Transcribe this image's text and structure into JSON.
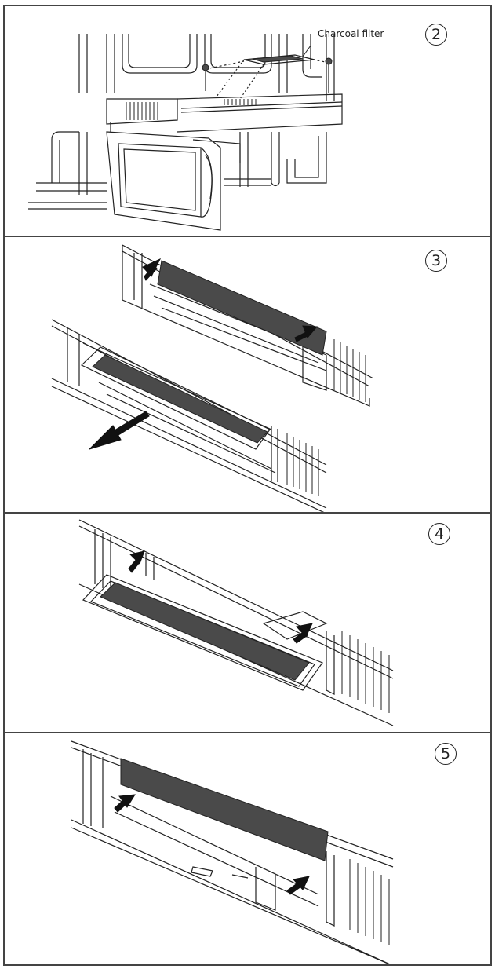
{
  "steps": [
    {
      "number": "2",
      "callout": "Charcoal filter"
    },
    {
      "number": "3"
    },
    {
      "number": "4"
    },
    {
      "number": "5"
    }
  ],
  "colors": {
    "filter": "#4a4a4a",
    "line": "#222222",
    "arrow": "#111111",
    "border": "#444444"
  }
}
